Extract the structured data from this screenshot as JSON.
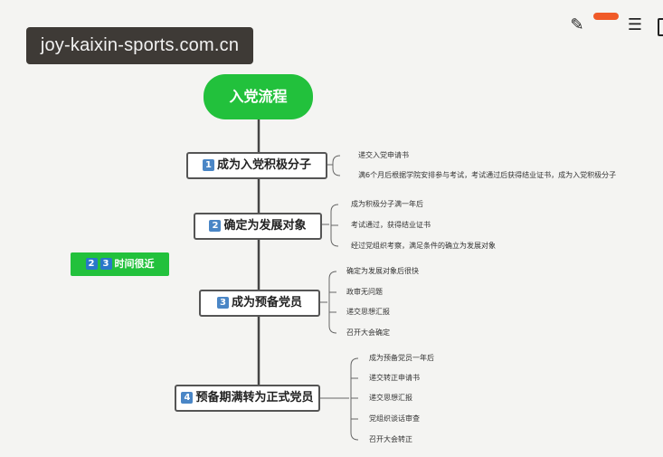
{
  "watermark": "joy-kaixin-sports.com.cn",
  "toolbar": {
    "edit_icon": "pencil-icon",
    "list_icon": "list-icon"
  },
  "root": "入党流程",
  "side_note": {
    "num1": "2",
    "num2": "3",
    "text": "时间很近"
  },
  "stages": [
    {
      "num": "1",
      "label": "成为入党积极分子",
      "items": [
        "递交入党申请书",
        "满6个月后根据学院安排参与考试，考试通过后获得结业证书，成为入党积极分子"
      ]
    },
    {
      "num": "2",
      "label": "确定为发展对象",
      "items": [
        "成为积极分子满一年后",
        "考试通过，获得结业证书",
        "经过党组织考察，满足条件的确立为发展对象"
      ]
    },
    {
      "num": "3",
      "label": "成为预备党员",
      "items": [
        "确定为发展对象后很快",
        "政审无问题",
        "递交思想汇报",
        "召开大会确定"
      ]
    },
    {
      "num": "4",
      "label": "预备期满转为正式党员",
      "items": [
        "成为预备党员一年后",
        "递交转正申请书",
        "递交思想汇报",
        "党组织谈话审查",
        "召开大会转正"
      ]
    }
  ],
  "colors": {
    "green": "#22c13c",
    "number_blue": "#4a86c6",
    "line": "#444444"
  }
}
